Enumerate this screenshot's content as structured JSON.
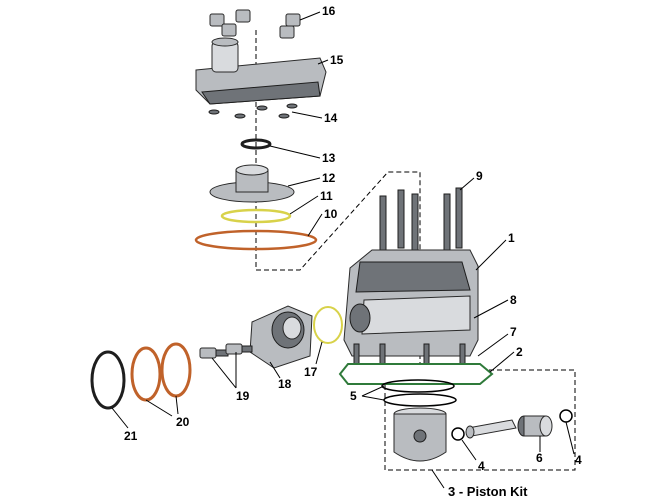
{
  "callouts": {
    "c1": "1",
    "c2": "2",
    "c3": "3 - Piston Kit",
    "c4a": "4",
    "c4b": "4",
    "c5": "5",
    "c6": "6",
    "c7": "7",
    "c8": "8",
    "c9": "9",
    "c10": "10",
    "c11": "11",
    "c12": "12",
    "c13": "13",
    "c14": "14",
    "c15": "15",
    "c16": "16",
    "c17": "17",
    "c18": "18",
    "c19": "19",
    "c20": "20",
    "c21": "21"
  },
  "colors": {
    "line": "#000000",
    "metal": "#b9bcc0",
    "gasket_copper": "#c0622a",
    "gasket_yellow": "#d8d24a",
    "gasket_green": "#2f7a3a",
    "background": "#ffffff"
  }
}
